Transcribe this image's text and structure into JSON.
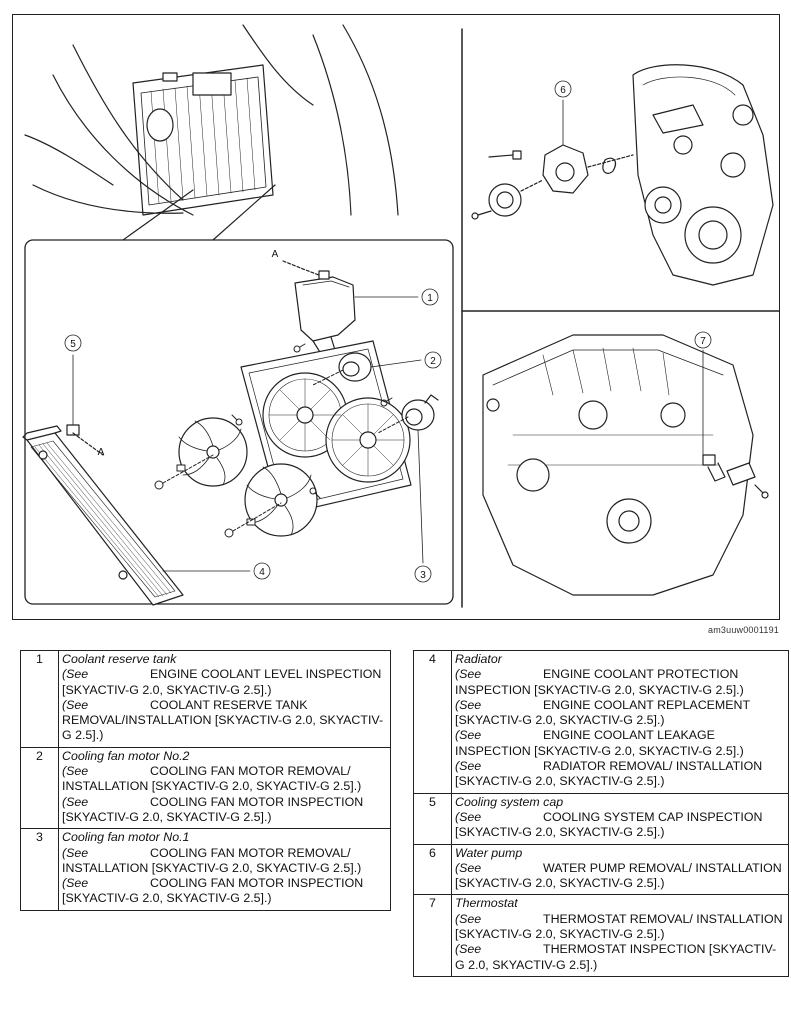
{
  "figure": {
    "code": "am3uuw0001191",
    "callouts": {
      "a_top": "A",
      "a_left": "A",
      "c1": "1",
      "c2": "2",
      "c3": "3",
      "c4": "4",
      "c5": "5",
      "c6": "6",
      "c7": "7"
    }
  },
  "left_table": [
    {
      "num": "1",
      "title": "Coolant reserve tank",
      "refs": [
        {
          "see": "(See",
          "text": "ENGINE COOLANT LEVEL INSPECTION [SKYACTIV-G 2.0, SKYACTIV-G 2.5].)"
        },
        {
          "see": "(See",
          "text": "COOLANT RESERVE TANK REMOVAL/INSTALLATION [SKYACTIV-G 2.0, SKYACTIV-G 2.5].)"
        }
      ]
    },
    {
      "num": "2",
      "title": "Cooling fan motor No.2",
      "refs": [
        {
          "see": "(See",
          "text": "COOLING FAN MOTOR REMOVAL/ INSTALLATION [SKYACTIV-G 2.0, SKYACTIV-G 2.5].)"
        },
        {
          "see": "(See",
          "text": "COOLING FAN MOTOR INSPECTION [SKYACTIV-G 2.0, SKYACTIV-G 2.5].)"
        }
      ]
    },
    {
      "num": "3",
      "title": "Cooling fan motor No.1",
      "refs": [
        {
          "see": "(See",
          "text": "COOLING FAN MOTOR REMOVAL/ INSTALLATION [SKYACTIV-G 2.0, SKYACTIV-G 2.5].)"
        },
        {
          "see": "(See",
          "text": "COOLING FAN MOTOR INSPECTION [SKYACTIV-G 2.0, SKYACTIV-G 2.5].)"
        }
      ]
    }
  ],
  "right_table": [
    {
      "num": "4",
      "title": "Radiator",
      "refs": [
        {
          "see": "(See",
          "text": "ENGINE COOLANT PROTECTION INSPECTION [SKYACTIV-G 2.0, SKYACTIV-G 2.5].)"
        },
        {
          "see": "(See",
          "text": "ENGINE COOLANT REPLACEMENT [SKYACTIV-G 2.0, SKYACTIV-G 2.5].)"
        },
        {
          "see": "(See",
          "text": "ENGINE COOLANT LEAKAGE INSPECTION [SKYACTIV-G 2.0, SKYACTIV-G 2.5].)"
        },
        {
          "see": "(See",
          "text": "RADIATOR REMOVAL/ INSTALLATION [SKYACTIV-G 2.0, SKYACTIV-G 2.5].)"
        }
      ]
    },
    {
      "num": "5",
      "title": "Cooling system cap",
      "refs": [
        {
          "see": "(See",
          "text": "COOLING SYSTEM CAP INSPECTION [SKYACTIV-G 2.0, SKYACTIV-G 2.5].)"
        }
      ]
    },
    {
      "num": "6",
      "title": "Water pump",
      "refs": [
        {
          "see": "(See",
          "text": "WATER PUMP REMOVAL/ INSTALLATION [SKYACTIV-G 2.0, SKYACTIV-G 2.5].)"
        }
      ]
    },
    {
      "num": "7",
      "title": "Thermostat",
      "refs": [
        {
          "see": "(See",
          "text": "THERMOSTAT REMOVAL/ INSTALLATION [SKYACTIV-G 2.0, SKYACTIV-G 2.5].)"
        },
        {
          "see": "(See",
          "text": "THERMOSTAT INSPECTION [SKYACTIV-G 2.0, SKYACTIV-G 2.5].)"
        }
      ]
    }
  ]
}
